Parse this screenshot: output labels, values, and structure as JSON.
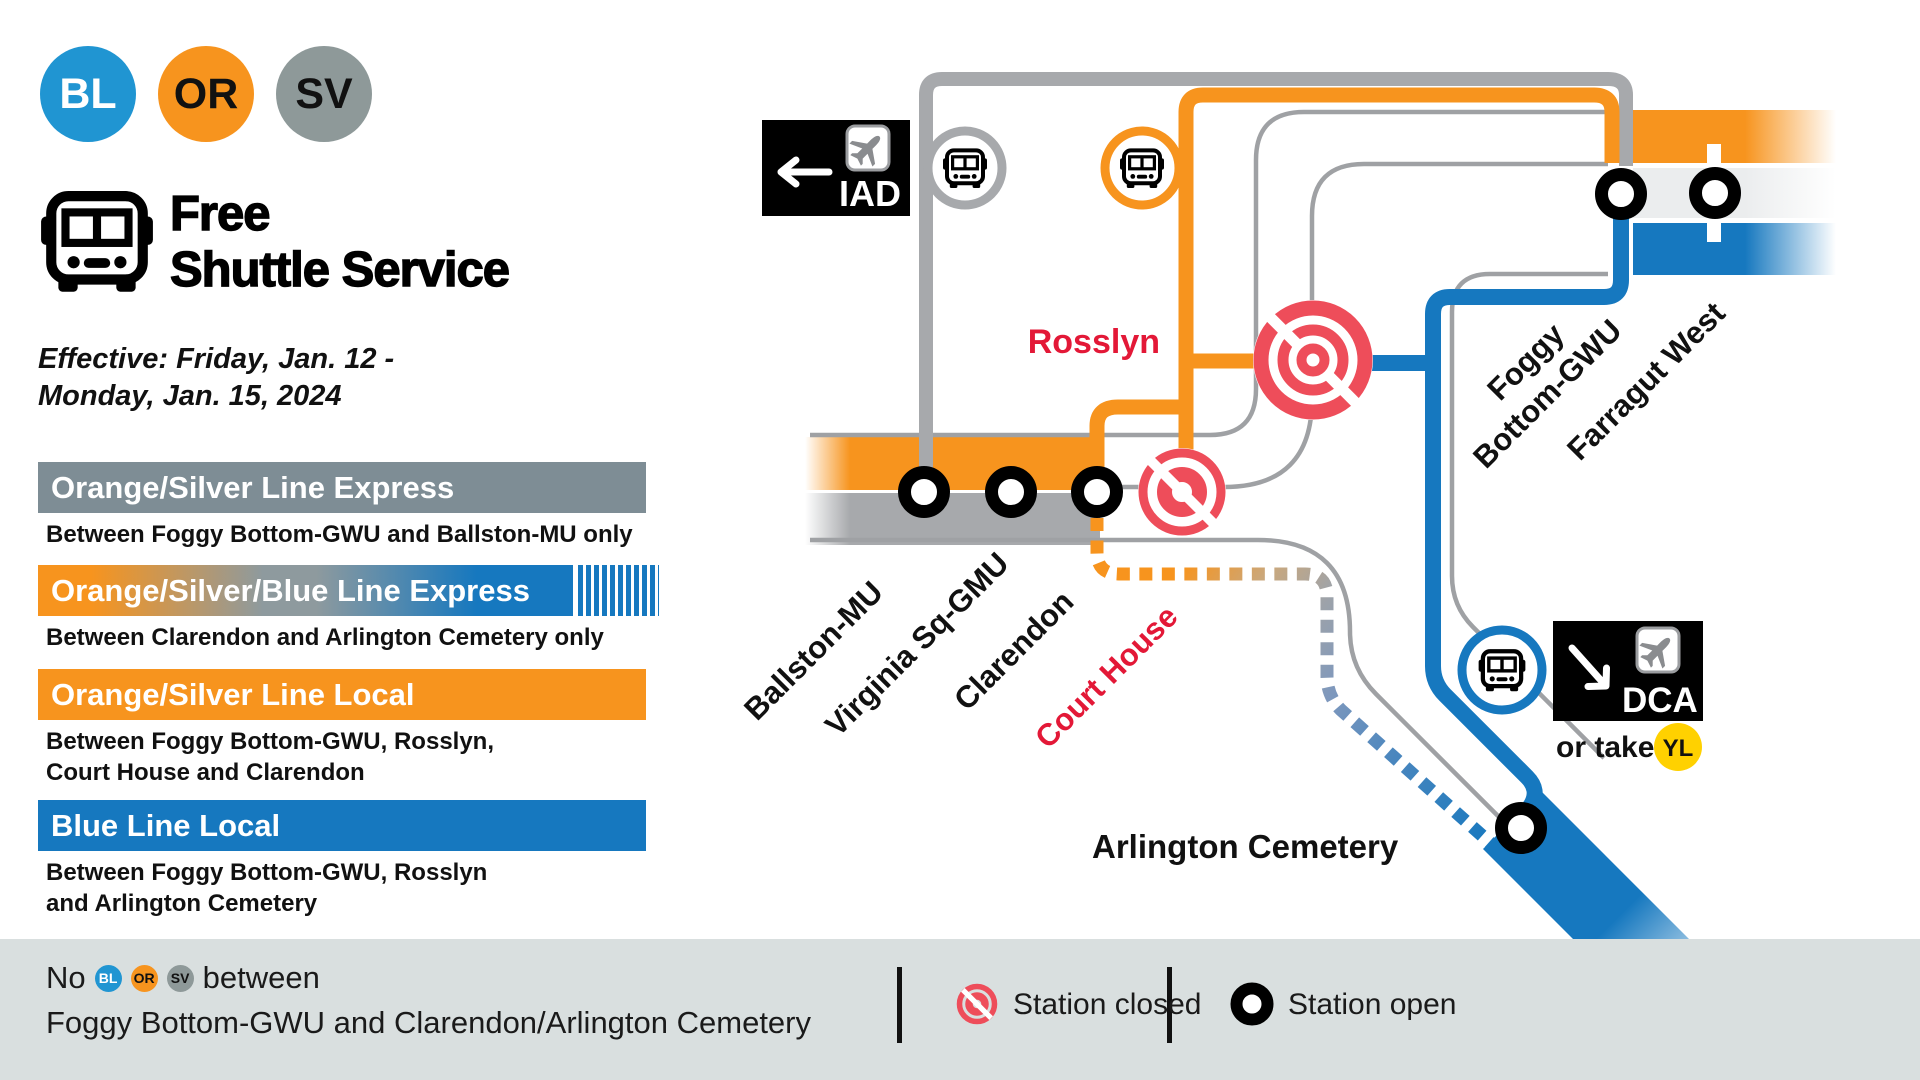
{
  "palette": {
    "orange": "#f7941e",
    "blue": "#1678bf",
    "silver_route": "#a7a9ac",
    "slate_bar": "#7e8d95",
    "closed_red": "#ee4d5a",
    "label_red": "#e31837",
    "yellow": "#ffd100",
    "footer_bg": "#d9dfdf",
    "bl_badge_blue": "#2095d2",
    "sv_badge_gray": "#8e9999"
  },
  "header": {
    "badges": [
      {
        "code": "BL"
      },
      {
        "code": "OR"
      },
      {
        "code": "SV"
      }
    ],
    "title_line1": "Free",
    "title_line2": "Shuttle Service",
    "effective_line1": "Effective: Friday, Jan. 12 -",
    "effective_line2": "Monday, Jan. 15, 2024"
  },
  "services": [
    {
      "name": "Orange/Silver Line Express",
      "desc_lines": [
        "Between Foggy Bottom-GWU and Ballston-MU only"
      ]
    },
    {
      "name": "Orange/Silver/Blue Line Express",
      "desc_lines": [
        "Between Clarendon and Arlington Cemetery only"
      ]
    },
    {
      "name": "Orange/Silver Line Local",
      "desc_lines": [
        "Between Foggy Bottom-GWU, Rosslyn,",
        "Court House and Clarendon"
      ]
    },
    {
      "name": "Blue Line Local",
      "desc_lines": [
        "Between Foggy Bottom-GWU, Rosslyn",
        "and Arlington Cemetery"
      ]
    }
  ],
  "map": {
    "labels": {
      "rosslyn": "Rosslyn",
      "ballston": "Ballston-MU",
      "virginia_sq": "Virginia Sq-GMU",
      "clarendon": "Clarendon",
      "court_house": "Court House",
      "foggy_line1": "Foggy",
      "foggy_line2": "Bottom-GWU",
      "farragut": "Farragut West",
      "arlington": "Arlington Cemetery"
    },
    "signs": {
      "iad": "IAD",
      "dca": "DCA",
      "or_take": "or take",
      "yl": "YL"
    },
    "stations_open": [
      "Ballston-MU",
      "Virginia Sq-GMU",
      "Clarendon",
      "Foggy Bottom-GWU",
      "Farragut West",
      "Arlington Cemetery"
    ],
    "stations_closed": [
      "Rosslyn",
      "Court House"
    ]
  },
  "footer": {
    "line1_prefix": "No",
    "line1_badges": [
      "BL",
      "OR",
      "SV"
    ],
    "line1_suffix": "between",
    "line2": "Foggy Bottom-GWU and Clarendon/Arlington Cemetery",
    "legend_closed": "Station closed",
    "legend_open": "Station open"
  }
}
